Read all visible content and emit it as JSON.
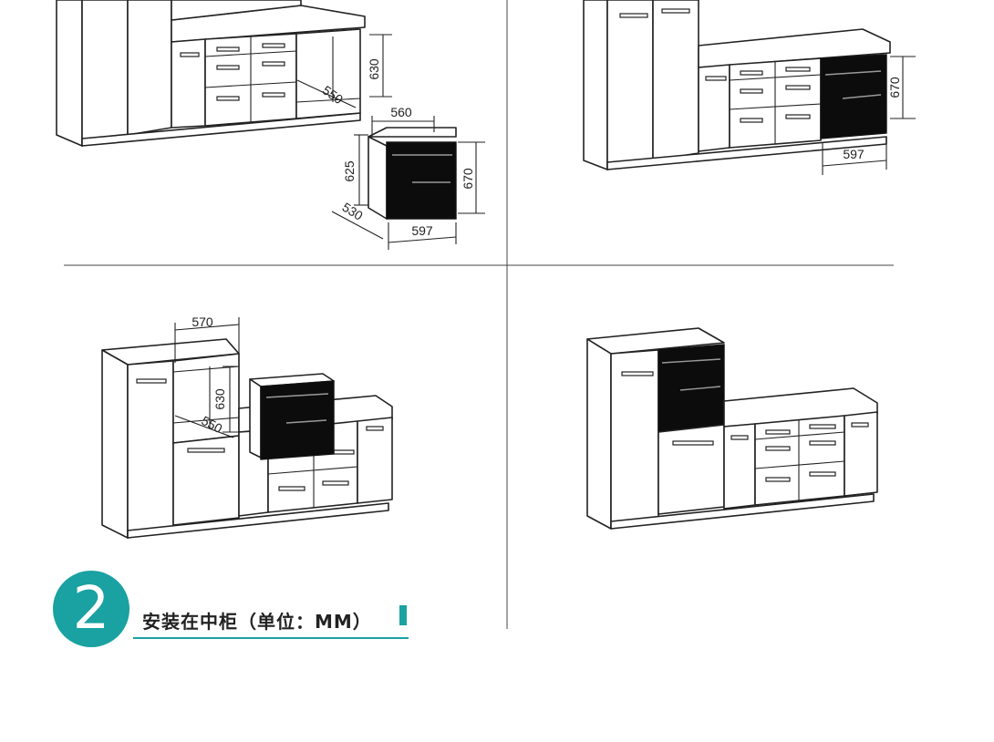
{
  "caption": {
    "number": "2",
    "title": "安装在中柜（单位：MM）"
  },
  "colors": {
    "accent": "#1aa1a1",
    "line": "#222222",
    "appliance": "#0c0c0c"
  },
  "panel_top_left": {
    "dims": {
      "niche_height": "630",
      "niche_depth": "550",
      "unit_width": "560",
      "unit_height": "625",
      "unit_depth": "530",
      "front_height": "670",
      "front_width": "597"
    }
  },
  "panel_top_right": {
    "dims": {
      "front_height": "670",
      "front_width": "597"
    }
  },
  "panel_bottom_left": {
    "dims": {
      "niche_width": "570",
      "niche_height": "630",
      "niche_depth": "550"
    }
  },
  "panel_bottom_right": {}
}
